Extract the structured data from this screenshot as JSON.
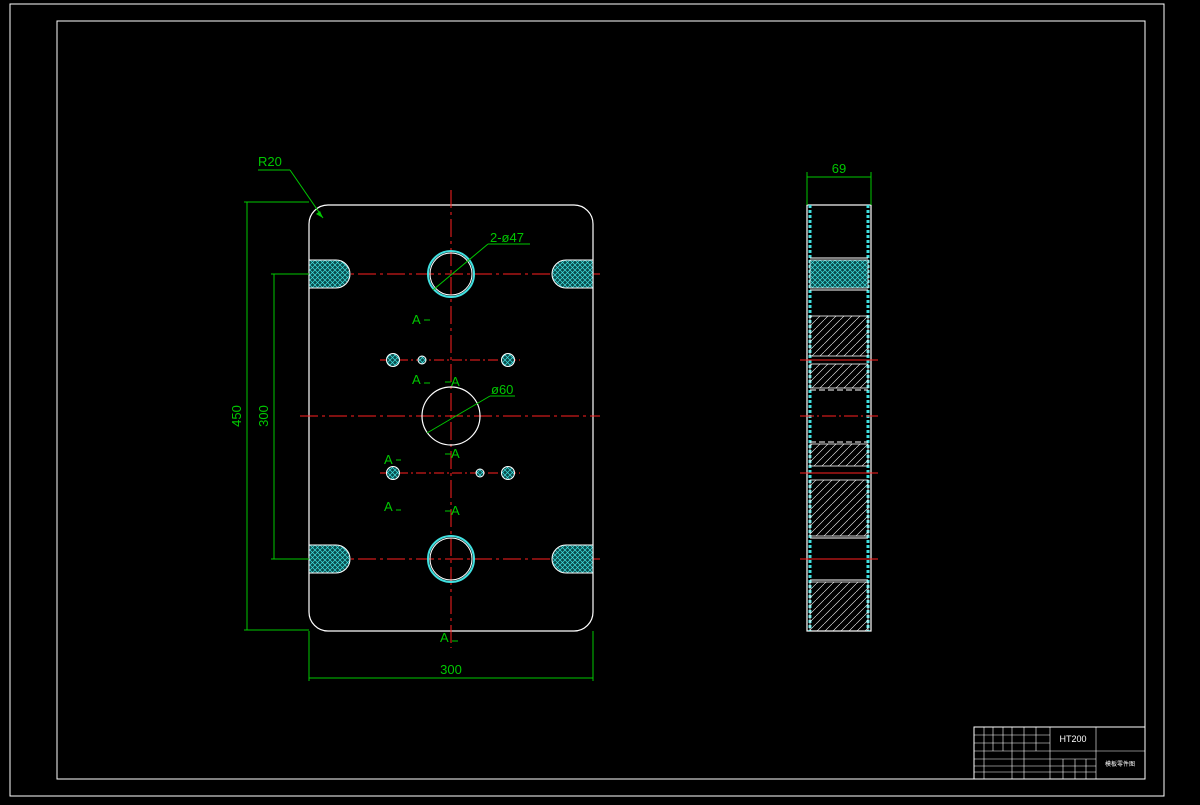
{
  "drawing": {
    "background_color": "#000000",
    "colors": {
      "outline": "#ffffff",
      "dimension": "#00c800",
      "centerline": "#ff2020",
      "hatch": "#40e0e0",
      "section_hatch": "#ffffff"
    },
    "front_view": {
      "radius_label": "R20",
      "hole_large_label": "2-ø47",
      "hole_center_label": "ø60",
      "height_label": "450",
      "inner_height_label": "300",
      "width_label": "300",
      "section_marks": [
        "A",
        "A",
        "A",
        "A",
        "A",
        "A",
        "A",
        "A"
      ]
    },
    "side_view": {
      "thickness_label": "69"
    },
    "title_block": {
      "material": "HT200",
      "drawing_name": "模板零件图"
    }
  }
}
